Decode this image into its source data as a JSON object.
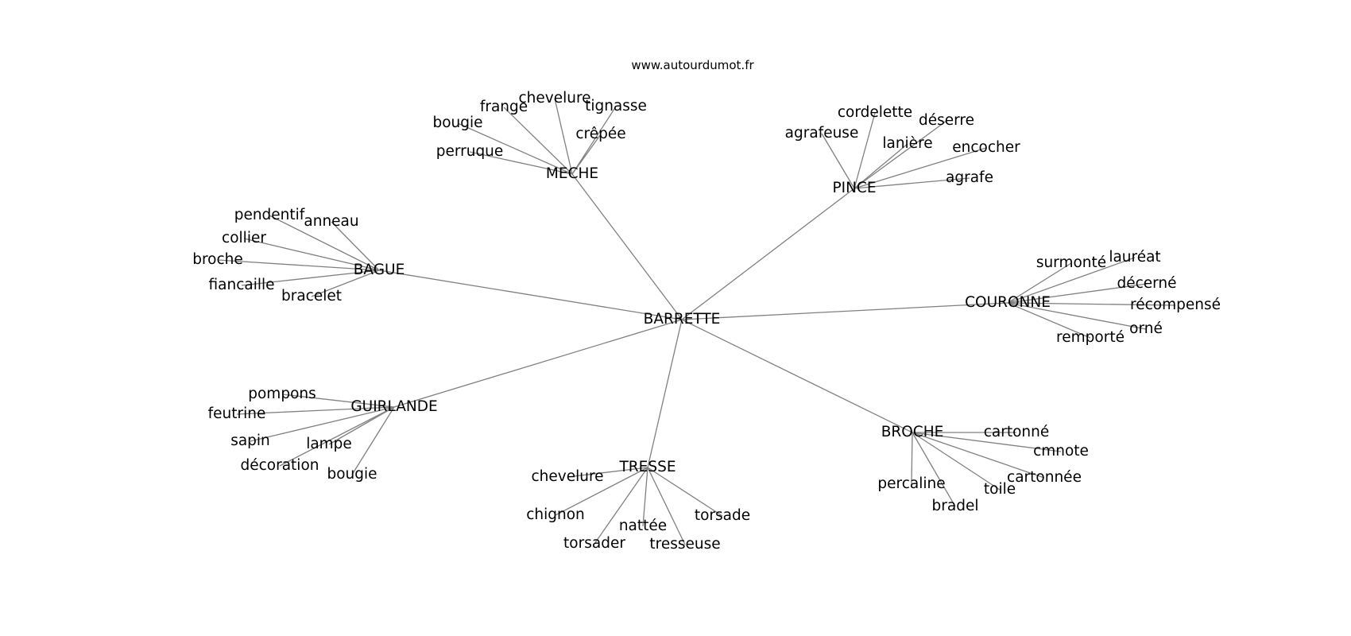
{
  "source": "www.autourdumot.fr",
  "center": "BARRETTE",
  "colors": {
    "edge": "#808080",
    "text": "#000000",
    "background": "#ffffff"
  },
  "groups": [
    {
      "hub": "MECHE",
      "words": [
        "chevelure",
        "frange",
        "tignasse",
        "bougie",
        "crêpée",
        "perruque"
      ]
    },
    {
      "hub": "PINCE",
      "words": [
        "cordelette",
        "déserre",
        "agrafeuse",
        "lanière",
        "encocher",
        "agrafe"
      ]
    },
    {
      "hub": "BAGUE",
      "words": [
        "pendentif",
        "anneau",
        "collier",
        "broche",
        "fiancaille",
        "bracelet"
      ]
    },
    {
      "hub": "COURONNE",
      "words": [
        "surmonté",
        "lauréat",
        "décerné",
        "récompensé",
        "orné",
        "remporté"
      ]
    },
    {
      "hub": "GUIRLANDE",
      "words": [
        "pompons",
        "feutrine",
        "sapin",
        "lampe",
        "décoration",
        "bougie"
      ]
    },
    {
      "hub": "BROCHE",
      "words": [
        "cartonné",
        "cmnote",
        "cartonnée",
        "percaline",
        "toile",
        "bradel"
      ]
    },
    {
      "hub": "TRESSE",
      "words": [
        "chevelure",
        "chignon",
        "nattée",
        "torsade",
        "torsader",
        "tresseuse"
      ]
    }
  ]
}
